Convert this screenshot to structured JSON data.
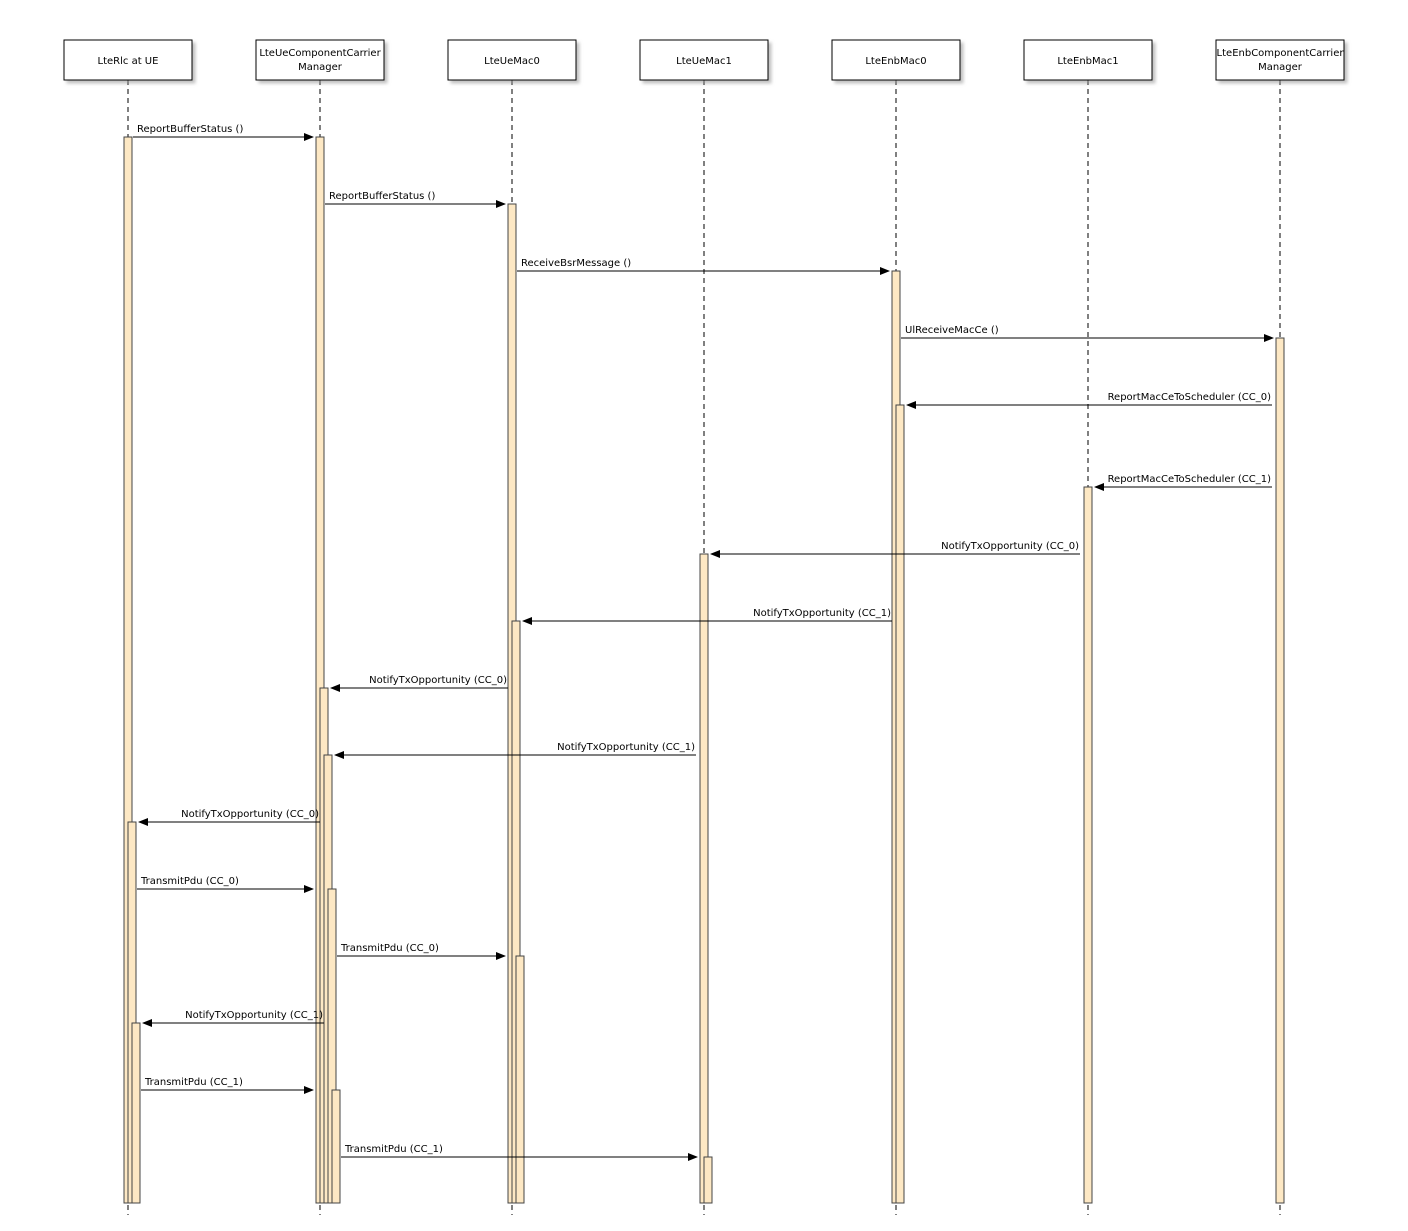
{
  "participants": [
    {
      "id": "rlc",
      "lines": [
        "LteRlc at UE"
      ]
    },
    {
      "id": "uecc",
      "lines": [
        "LteUeComponentCarrier",
        "Manager"
      ]
    },
    {
      "id": "uemac0",
      "lines": [
        "LteUeMac0"
      ]
    },
    {
      "id": "uemac1",
      "lines": [
        "LteUeMac1"
      ]
    },
    {
      "id": "enbmac0",
      "lines": [
        "LteEnbMac0"
      ]
    },
    {
      "id": "enbmac1",
      "lines": [
        "LteEnbMac1"
      ]
    },
    {
      "id": "enbcc",
      "lines": [
        "LteEnbComponentCarrier",
        "Manager"
      ]
    }
  ],
  "messages": [
    {
      "from": "rlc",
      "to": "uecc",
      "label": "ReportBufferStatus ()"
    },
    {
      "from": "uecc",
      "to": "uemac0",
      "label": "ReportBufferStatus ()"
    },
    {
      "from": "uemac0",
      "to": "enbmac0",
      "label": "ReceiveBsrMessage ()"
    },
    {
      "from": "enbmac0",
      "to": "enbcc",
      "label": "UlReceiveMacCe ()"
    },
    {
      "from": "enbcc",
      "to": "enbmac0",
      "label": "ReportMacCeToScheduler (CC_0)"
    },
    {
      "from": "enbcc",
      "to": "enbmac1",
      "label": "ReportMacCeToScheduler (CC_1)"
    },
    {
      "from": "enbmac1",
      "to": "uemac1",
      "label": "NotifyTxOpportunity (CC_0)"
    },
    {
      "from": "enbmac0",
      "to": "uemac0",
      "label": "NotifyTxOpportunity (CC_1)"
    },
    {
      "from": "uemac0",
      "to": "uecc",
      "label": "NotifyTxOpportunity (CC_0)"
    },
    {
      "from": "uemac1",
      "to": "uecc",
      "label": "NotifyTxOpportunity (CC_1)"
    },
    {
      "from": "uecc",
      "to": "rlc",
      "label": "NotifyTxOpportunity (CC_0)"
    },
    {
      "from": "rlc",
      "to": "uecc",
      "label": "TransmitPdu (CC_0)"
    },
    {
      "from": "uecc",
      "to": "uemac0",
      "label": "TransmitPdu (CC_0)"
    },
    {
      "from": "uecc",
      "to": "rlc",
      "label": "NotifyTxOpportunity (CC_1)"
    },
    {
      "from": "rlc",
      "to": "uecc",
      "label": "TransmitPdu (CC_1)"
    },
    {
      "from": "uecc",
      "to": "uemac1",
      "label": "TransmitPdu (CC_1)"
    }
  ],
  "colors": {
    "activation_fill": "#fde8c4",
    "activation_stroke": "#444444",
    "box_fill": "#ffffff",
    "line": "#000000"
  }
}
